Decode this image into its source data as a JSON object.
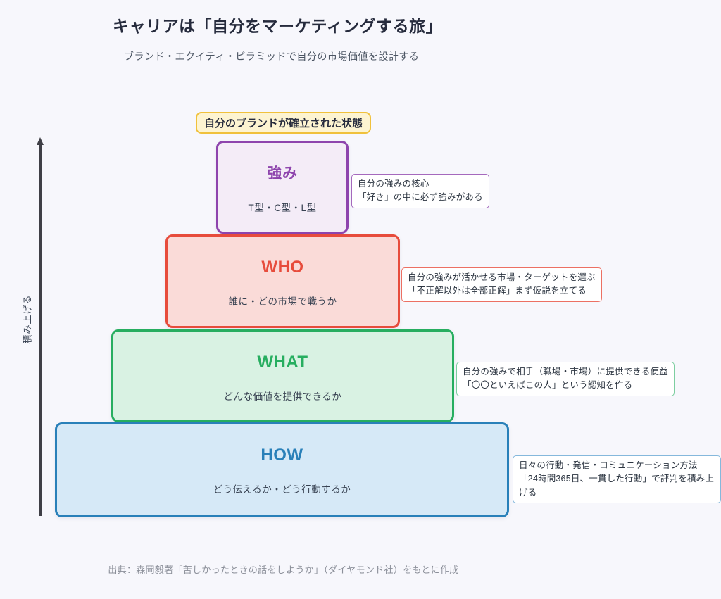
{
  "page": {
    "title": "キャリアは「自分をマーケティングする旅」",
    "subtitle": "ブランド・エクイティ・ピラミッドで自分の市場価値を設計する",
    "source": "出典：森岡毅著「苦しかったときの話をしようか」（ダイヤモンド社）をもとに作成",
    "background_color": "#f7f7fc"
  },
  "badge": {
    "label": "自分のブランドが確立された状態",
    "border_color": "#f0c13c",
    "background_color": "#fdf4d1"
  },
  "axis": {
    "label": "積み上げる",
    "direction": "up",
    "color": "#3f3f46"
  },
  "pyramid": {
    "levels": [
      {
        "id": "strength",
        "title": "強み",
        "subtitle": "T型・C型・L型",
        "note": "自分の強みの核心\n「好き」の中に必ず強みがある",
        "accent_color": "#8e44ad",
        "fill_color": "#f4ecf7"
      },
      {
        "id": "who",
        "title": "WHO",
        "subtitle": "誰に・どの市場で戦うか",
        "note": "自分の強みが活かせる市場・ターゲットを選ぶ\n「不正解以外は全部正解」まず仮説を立てる",
        "accent_color": "#e74c3c",
        "fill_color": "#fadbd8"
      },
      {
        "id": "what",
        "title": "WHAT",
        "subtitle": "どんな価値を提供できるか",
        "note": "自分の強みで相手（職場・市場）に提供できる便益\n「〇〇といえばこの人」という認知を作る",
        "accent_color": "#27ae60",
        "fill_color": "#d9f2e3"
      },
      {
        "id": "how",
        "title": "HOW",
        "subtitle": "どう伝えるか・どう行動するか",
        "note": "日々の行動・発信・コミュニケーション方法\n「24時間365日、一貫した行動」で評判を積み上げる",
        "accent_color": "#2980b9",
        "fill_color": "#d6e9f7"
      }
    ]
  }
}
